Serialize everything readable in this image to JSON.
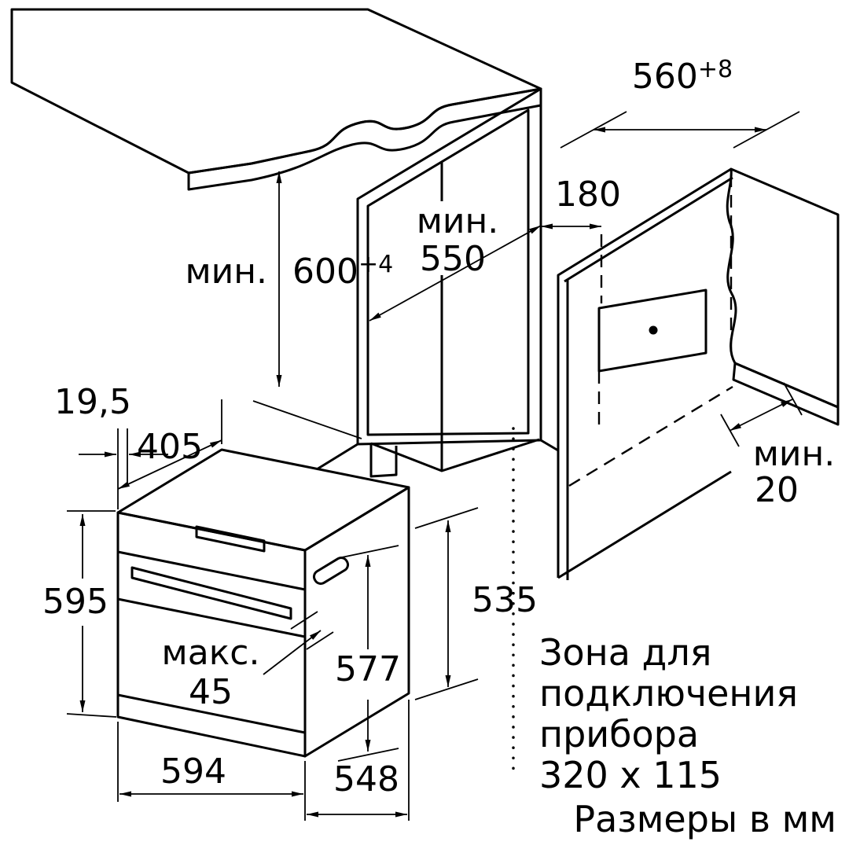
{
  "diagram": {
    "units_note": "Размеры в мм",
    "connection_zone_label": {
      "line1": "Зона для",
      "line2": "подключения",
      "line3": "прибора",
      "line4": "320 x 115"
    },
    "dims": {
      "niche_width": {
        "value": "560",
        "tol": "+8"
      },
      "niche_height": {
        "prefix": "мин.",
        "value": "600",
        "tol": "+4"
      },
      "niche_depth": {
        "prefix": "мин.",
        "value": "550"
      },
      "zone_offset": {
        "value": "180"
      },
      "panel_inset": {
        "value": "19,5"
      },
      "top_depth": {
        "value": "405"
      },
      "oven_height": {
        "value": "595"
      },
      "handle_depth": {
        "prefix": "макс.",
        "value": "45"
      },
      "front_height": {
        "value": "577"
      },
      "body_height": {
        "value": "535"
      },
      "oven_width": {
        "value": "594"
      },
      "oven_depth": {
        "value": "548"
      },
      "rear_gap": {
        "prefix": "мин.",
        "value": "20"
      }
    },
    "colors": {
      "line": "#000000",
      "worktop_edge": "#c8c8c8",
      "paper": "#ffffff"
    }
  }
}
